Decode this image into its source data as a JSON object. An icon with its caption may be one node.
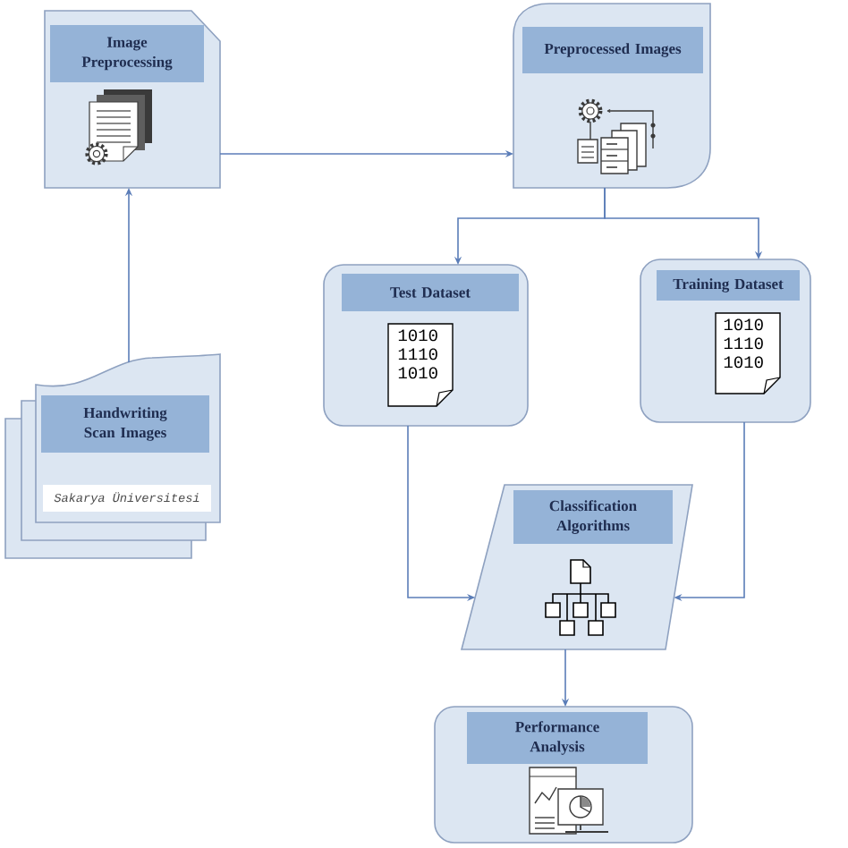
{
  "diagram": {
    "nodes": [
      {
        "text": [
          "Image Preprocessing"
        ]
      },
      {
        "text": [
          "Preprocessed Images"
        ]
      },
      {
        "text": [
          "Test Dataset",
          "1010 1110 1010"
        ]
      },
      {
        "text": [
          "Training Dataset",
          "1010 1110 1010"
        ]
      },
      {
        "text": [
          "Handwriting Scan Images",
          "Sakarya Üniversitesi"
        ]
      },
      {
        "text": [
          "Classification Algorithms"
        ]
      },
      {
        "text": [
          "Performance Analysis"
        ]
      }
    ],
    "edges": [
      {
        "from": 4,
        "to": 0,
        "arrow": "to"
      },
      {
        "from": 0,
        "to": 1,
        "arrow": "to"
      },
      {
        "from": 1,
        "to": 2,
        "arrow": "to"
      },
      {
        "from": 1,
        "to": 3,
        "arrow": "to"
      },
      {
        "from": 2,
        "to": 5,
        "arrow": "to"
      },
      {
        "from": 3,
        "to": 5,
        "arrow": "to"
      },
      {
        "from": 5,
        "to": 6,
        "arrow": "to"
      }
    ]
  }
}
